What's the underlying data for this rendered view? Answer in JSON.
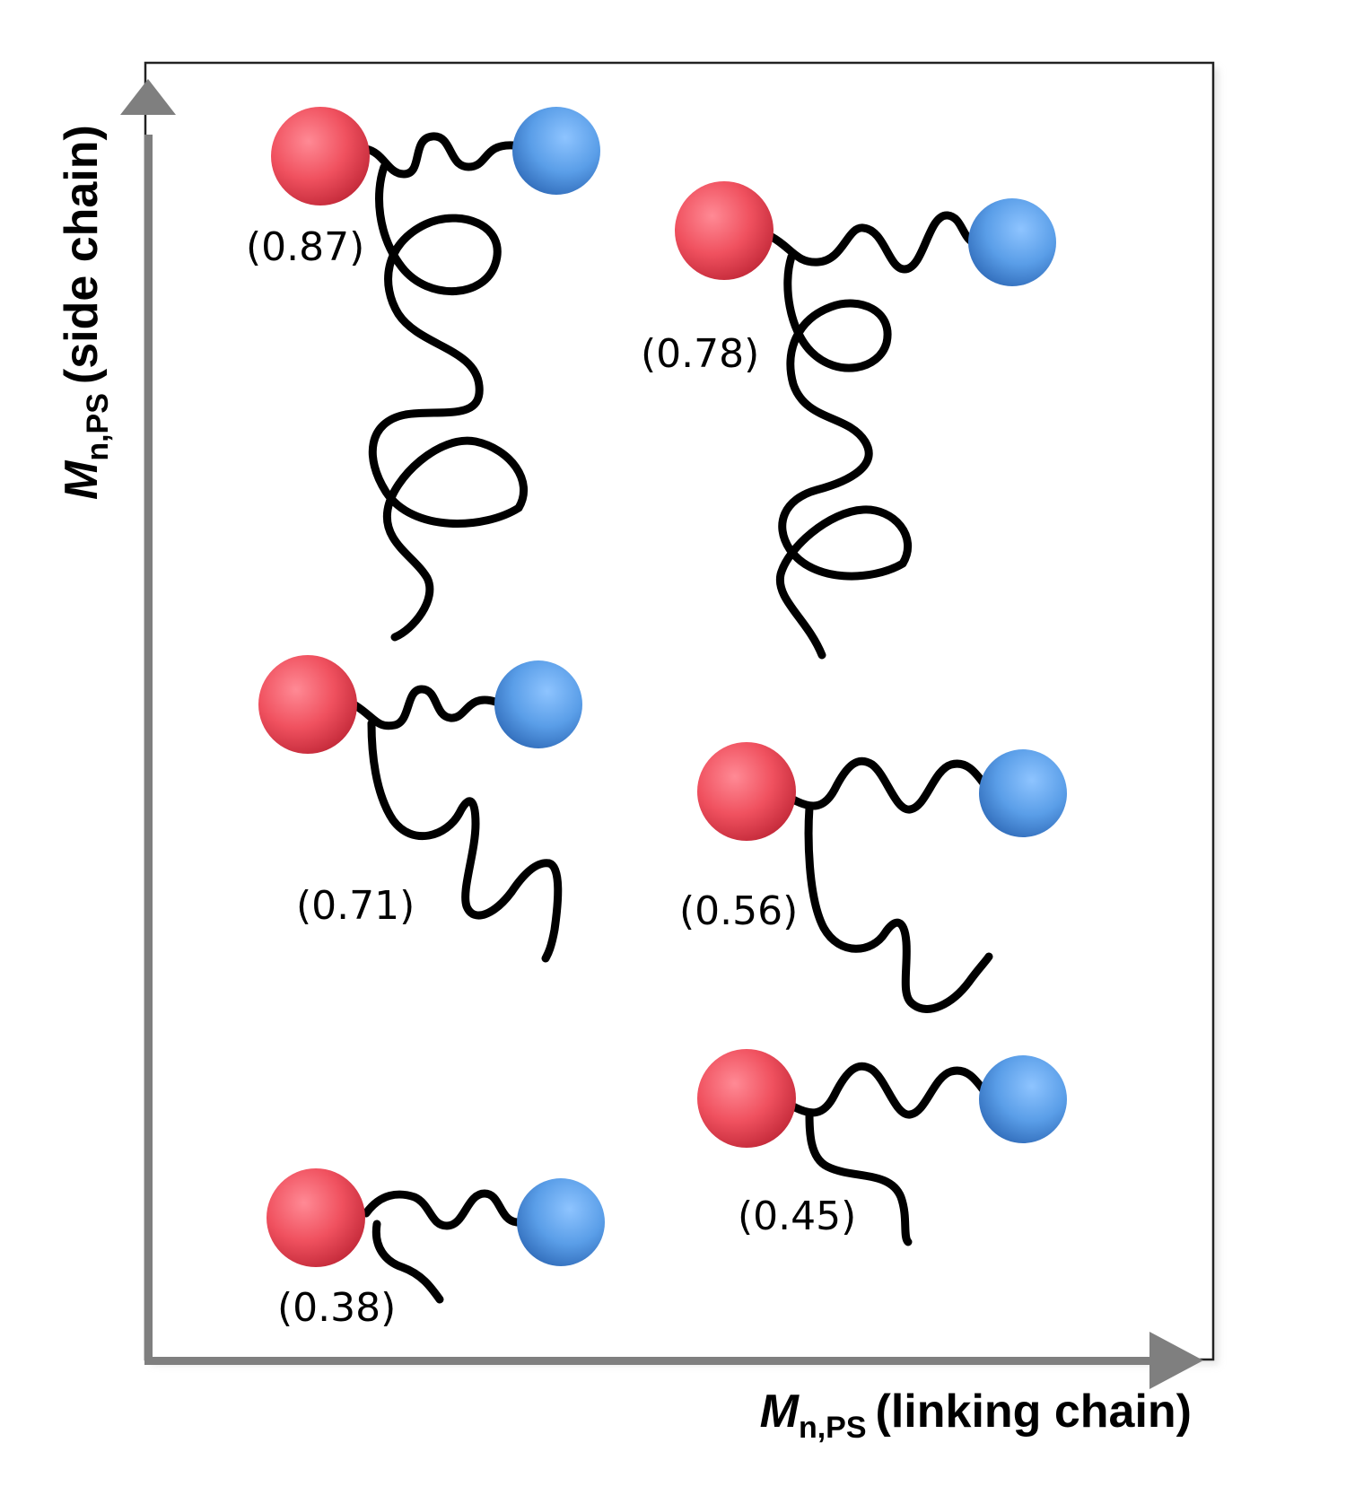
{
  "axes": {
    "x_title": {
      "symbol": "M",
      "subscript": "n,PS",
      "text": "(linking chain)"
    },
    "y_title": {
      "symbol": "M",
      "subscript": "n,PS",
      "text": "(side chain)"
    }
  },
  "colors": {
    "red_sphere": "#f0515f",
    "blue_sphere": "#5a9ee8",
    "chain": "#000000",
    "axis_arrow": "#7f7f7f",
    "frame": "#222222"
  },
  "molecules": [
    {
      "id": "top-left",
      "label": "(0.87)"
    },
    {
      "id": "top-right",
      "label": "(0.78)"
    },
    {
      "id": "middle-left",
      "label": "(0.71)"
    },
    {
      "id": "middle-right",
      "label": "(0.56)"
    },
    {
      "id": "bottom-right",
      "label": "(0.45)"
    },
    {
      "id": "bottom-left",
      "label": "(0.38)"
    }
  ]
}
